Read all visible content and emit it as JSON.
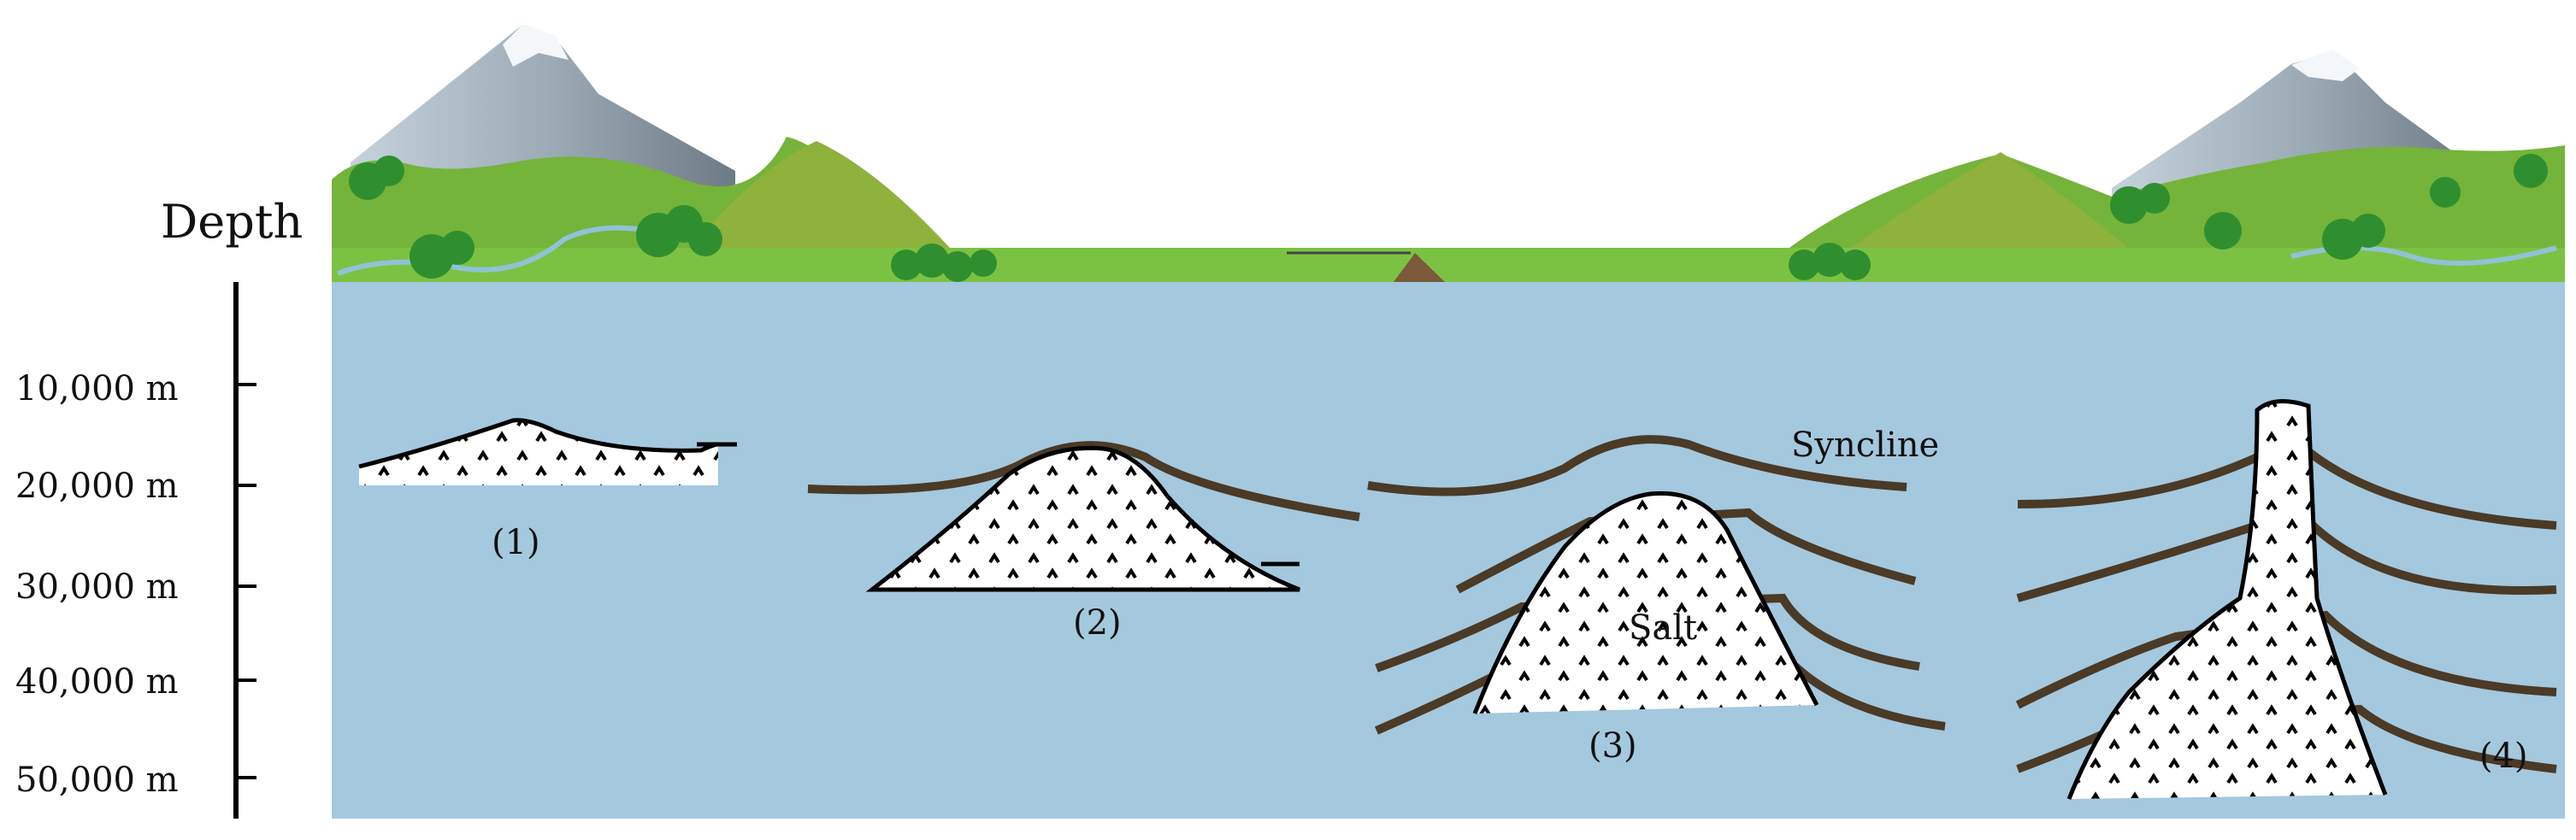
{
  "axis": {
    "title": "Depth",
    "ticks": [
      "10,000 m",
      "20,000 m",
      "30,000 m",
      "40,000 m",
      "50,000 m"
    ]
  },
  "stages": [
    "(1)",
    "(2)",
    "(3)",
    "(4)"
  ],
  "labels": {
    "salt": "Salt",
    "syncline": "Syncline"
  },
  "colors": {
    "subsurface": "#a4c8de",
    "strata": "#4a3a26",
    "salt": "#ffffff",
    "grass": "#7cc242",
    "hill": "#8fb23c",
    "mountain": "#a9b8c4",
    "tree": "#2f8f2f"
  }
}
